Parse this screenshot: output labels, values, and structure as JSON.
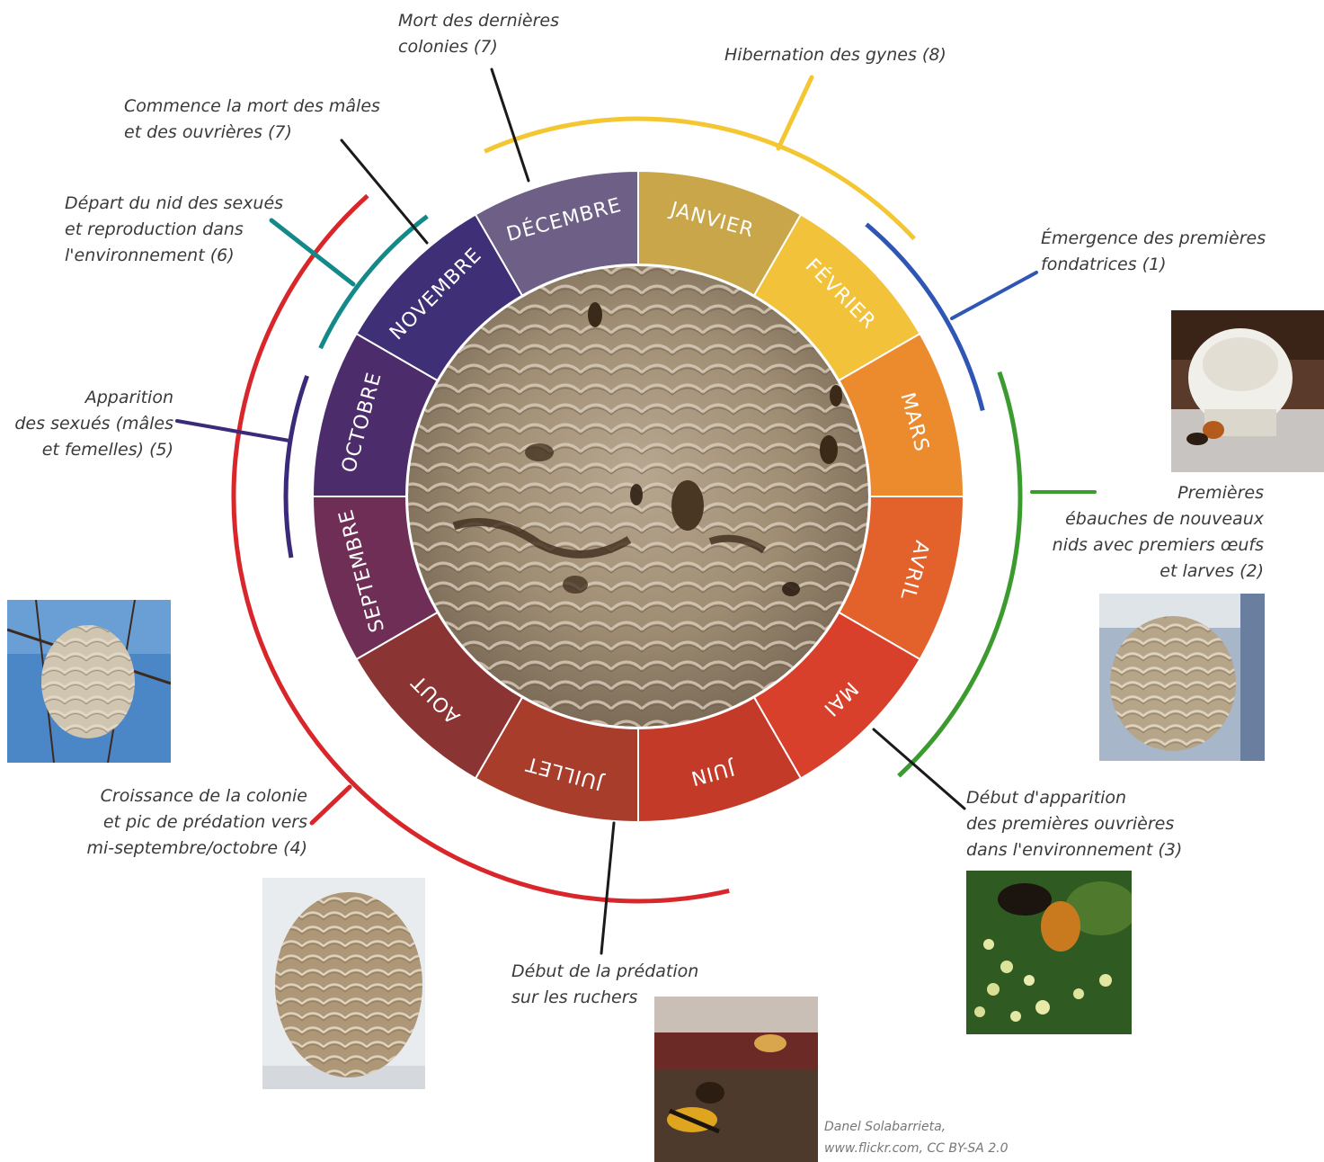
{
  "months": [
    "JANVIER",
    "FÉVRIER",
    "MARS",
    "AVRIL",
    "MAI",
    "JUIN",
    "JUILLET",
    "AOUT",
    "SEPTEMBRE",
    "OCTOBRE",
    "NOVEMBRE",
    "DÉCEMBRE"
  ],
  "month_colors": [
    "#c9a64a",
    "#f2c23a",
    "#ec8a2e",
    "#e3612b",
    "#d8402b",
    "#c43a28",
    "#a83d2c",
    "#8a3433",
    "#6e2e55",
    "#4d2c6c",
    "#3e2f76",
    "#6d5f86"
  ],
  "labels": {
    "l8": "Hibernation des gynes (8)",
    "l7b": "Mort des dernières\ncolonies (7)",
    "l7a": "Commence la mort des mâles\net des ouvrières (7)",
    "l6": "Départ du nid des sexués\net reproduction dans\nl'environnement (6)",
    "l5": "Apparition\ndes sexués (mâles\net femelles) (5)",
    "l4": "Croissance de la colonie\net pic de prédation vers\nmi-septembre/octobre (4)",
    "l1": "Émergence des premières\nfondatrices (1)",
    "l2": "Premières\nébauches de nouveaux\nnids avec premiers œufs\net larves (2)",
    "l3": "Début d'apparition\ndes premières ouvrières\ndans l'environnement (3)",
    "lp": "Début de la prédation\nsur les ruchers"
  },
  "credit": "Danel Solabarrieta,\nwww.flickr.com, CC BY-SA 2.0",
  "arc_colors": {
    "hibernation": "#f3c632",
    "fondatrices": "#2f56b5",
    "nouveaux_nids": "#3c9b2f",
    "croissance": "#d9262a",
    "apparition_sexues": "#3b2a7a",
    "depart_nid": "#13898a"
  }
}
